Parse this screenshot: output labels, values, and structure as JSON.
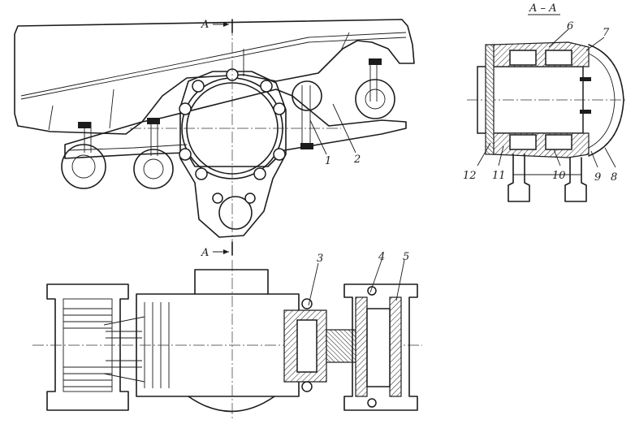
{
  "section_marks": {
    "top": "A",
    "bottom": "A",
    "view_title": "A – A"
  },
  "callouts": [
    {
      "id": "1",
      "text": "1"
    },
    {
      "id": "2",
      "text": "2"
    },
    {
      "id": "3",
      "text": "3"
    },
    {
      "id": "4",
      "text": "4"
    },
    {
      "id": "5",
      "text": "5"
    },
    {
      "id": "6",
      "text": "6"
    },
    {
      "id": "7",
      "text": "7"
    },
    {
      "id": "8",
      "text": "8"
    },
    {
      "id": "9",
      "text": "9"
    },
    {
      "id": "10",
      "text": "10"
    },
    {
      "id": "11",
      "text": "11"
    },
    {
      "id": "12",
      "text": "12"
    }
  ]
}
